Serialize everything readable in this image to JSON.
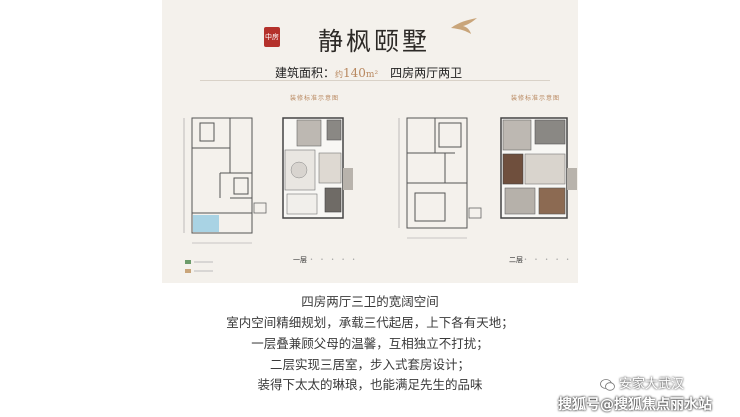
{
  "header": {
    "seal_text": "中房",
    "title": "静枫颐墅",
    "area_label": "建筑面积：",
    "area_prefix": "约",
    "area_value": "140",
    "area_unit": "m²",
    "layout": "四房两厅两卫"
  },
  "captions": {
    "left": "装修标准示意图",
    "right": "装修标准示意图"
  },
  "floor_tags": {
    "first": "一层",
    "second": "二层"
  },
  "description": {
    "heading": "四房两厅三卫的宽阔空间",
    "lines": [
      "室内空间精细规划，承载三代起居，上下各有天地；",
      "一层叠兼顾父母的温馨，互相独立不打扰；",
      "二层实现三居室，步入式套房设计；",
      "装得下太太的琳琅，也能满足先生的品味"
    ]
  },
  "watermark": {
    "account": "安家大武汉",
    "site": "搜狐号@搜狐焦点丽水站"
  },
  "colors": {
    "accent": "#b8875e",
    "seal": "#b4312b",
    "card_bg": "#f4f1ec"
  }
}
